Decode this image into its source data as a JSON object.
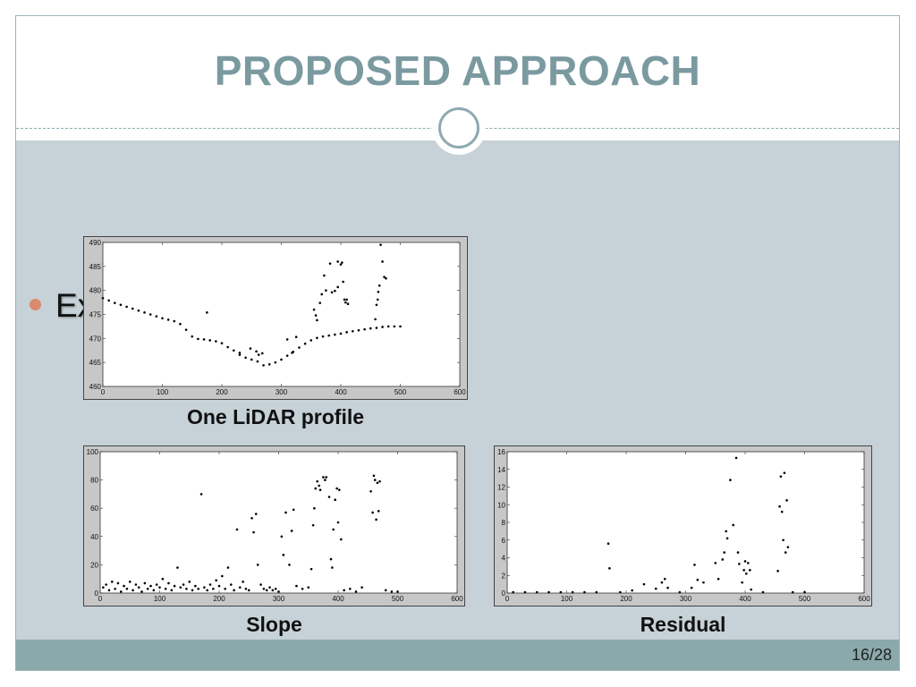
{
  "slide": {
    "title": "PROPOSED APPROACH",
    "bullet": "Example",
    "page_number": "16/28"
  },
  "colors": {
    "title": "#7a9aa0",
    "content_background": "#c6d1d8",
    "footer": "#8aa9aa",
    "bullet": "#d98a6c"
  },
  "chart_data": [
    {
      "type": "scatter",
      "caption": "One LiDAR profile",
      "xlim": [
        0,
        600
      ],
      "ylim": [
        460,
        490
      ],
      "xticks": [
        0,
        100,
        200,
        300,
        400,
        500,
        600
      ],
      "yticks": [
        460,
        465,
        470,
        475,
        480,
        485,
        490
      ],
      "series": [
        {
          "points": [
            [
              0,
              478.4
            ],
            [
              10,
              477.9
            ],
            [
              20,
              477.4
            ],
            [
              30,
              477.0
            ],
            [
              40,
              476.6
            ],
            [
              50,
              476.2
            ],
            [
              60,
              475.8
            ],
            [
              70,
              475.4
            ],
            [
              80,
              475.0
            ],
            [
              90,
              474.6
            ],
            [
              100,
              474.2
            ],
            [
              110,
              473.9
            ],
            [
              120,
              473.6
            ],
            [
              130,
              473.0
            ],
            [
              140,
              471.8
            ],
            [
              150,
              470.4
            ],
            [
              160,
              469.9
            ],
            [
              170,
              469.8
            ],
            [
              180,
              469.6
            ],
            [
              190,
              469.4
            ],
            [
              200,
              469.0
            ],
            [
              210,
              468.2
            ],
            [
              220,
              467.5
            ],
            [
              230,
              466.6
            ],
            [
              240,
              466.0
            ],
            [
              250,
              465.6
            ],
            [
              260,
              465.2
            ],
            [
              270,
              464.4
            ],
            [
              280,
              464.6
            ],
            [
              290,
              465.0
            ],
            [
              300,
              465.6
            ],
            [
              310,
              466.4
            ],
            [
              320,
              467.2
            ],
            [
              330,
              468.1
            ],
            [
              340,
              468.9
            ],
            [
              350,
              469.6
            ],
            [
              360,
              470.1
            ],
            [
              370,
              470.4
            ],
            [
              380,
              470.6
            ],
            [
              390,
              470.8
            ],
            [
              400,
              471.0
            ],
            [
              410,
              471.3
            ],
            [
              420,
              471.5
            ],
            [
              430,
              471.7
            ],
            [
              440,
              471.9
            ],
            [
              450,
              472.1
            ],
            [
              460,
              472.2
            ],
            [
              470,
              472.4
            ],
            [
              480,
              472.5
            ],
            [
              490,
              472.5
            ],
            [
              500,
              472.5
            ],
            [
              175,
              475.4
            ],
            [
              230,
              467.0
            ],
            [
              248,
              467.9
            ],
            [
              258,
              467.3
            ],
            [
              262,
              466.6
            ],
            [
              268,
              466.9
            ],
            [
              310,
              469.8
            ],
            [
              318,
              467.0
            ],
            [
              325,
              470.3
            ],
            [
              355,
              476.0
            ],
            [
              358,
              474.8
            ],
            [
              360,
              473.8
            ],
            [
              365,
              477.4
            ],
            [
              368,
              479.2
            ],
            [
              372,
              483.1
            ],
            [
              375,
              480.0
            ],
            [
              382,
              485.6
            ],
            [
              385,
              479.6
            ],
            [
              390,
              479.9
            ],
            [
              395,
              480.7
            ],
            [
              395,
              486.0
            ],
            [
              400,
              485.4
            ],
            [
              402,
              485.8
            ],
            [
              404,
              481.8
            ],
            [
              406,
              478.1
            ],
            [
              408,
              477.5
            ],
            [
              410,
              478.1
            ],
            [
              412,
              477.2
            ],
            [
              458,
              474.0
            ],
            [
              460,
              477.0
            ],
            [
              462,
              478.1
            ],
            [
              463,
              479.7
            ],
            [
              465,
              481.0
            ],
            [
              467,
              489.5
            ],
            [
              470,
              486.0
            ],
            [
              473,
              482.8
            ],
            [
              476,
              482.5
            ]
          ]
        }
      ]
    },
    {
      "type": "scatter",
      "caption": "Slope",
      "xlim": [
        0,
        600
      ],
      "ylim": [
        0,
        100
      ],
      "xticks": [
        0,
        100,
        200,
        300,
        400,
        500,
        600
      ],
      "yticks": [
        0,
        20,
        40,
        60,
        80,
        100
      ],
      "series": [
        {
          "points": [
            [
              5,
              4
            ],
            [
              10,
              6
            ],
            [
              15,
              2
            ],
            [
              20,
              8
            ],
            [
              25,
              3
            ],
            [
              30,
              7
            ],
            [
              35,
              1
            ],
            [
              40,
              5
            ],
            [
              45,
              3
            ],
            [
              50,
              8
            ],
            [
              55,
              2
            ],
            [
              60,
              6
            ],
            [
              65,
              4
            ],
            [
              70,
              1
            ],
            [
              75,
              7
            ],
            [
              80,
              3
            ],
            [
              85,
              5
            ],
            [
              90,
              2
            ],
            [
              95,
              6
            ],
            [
              100,
              4
            ],
            [
              105,
              10
            ],
            [
              110,
              3
            ],
            [
              115,
              7
            ],
            [
              120,
              2
            ],
            [
              125,
              5
            ],
            [
              130,
              18
            ],
            [
              135,
              4
            ],
            [
              140,
              6
            ],
            [
              145,
              3
            ],
            [
              150,
              8
            ],
            [
              155,
              2
            ],
            [
              160,
              5
            ],
            [
              165,
              3
            ],
            [
              170,
              70
            ],
            [
              175,
              4
            ],
            [
              180,
              2
            ],
            [
              185,
              6
            ],
            [
              190,
              3
            ],
            [
              195,
              9
            ],
            [
              200,
              5
            ],
            [
              205,
              12
            ],
            [
              210,
              3
            ],
            [
              215,
              18
            ],
            [
              220,
              6
            ],
            [
              225,
              2
            ],
            [
              230,
              45
            ],
            [
              235,
              4
            ],
            [
              240,
              8
            ],
            [
              245,
              3
            ],
            [
              250,
              2
            ],
            [
              255,
              53
            ],
            [
              258,
              43
            ],
            [
              262,
              56
            ],
            [
              265,
              20
            ],
            [
              270,
              6
            ],
            [
              275,
              3
            ],
            [
              280,
              2
            ],
            [
              285,
              4
            ],
            [
              290,
              2
            ],
            [
              295,
              3
            ],
            [
              300,
              1
            ],
            [
              305,
              40
            ],
            [
              308,
              27
            ],
            [
              312,
              57
            ],
            [
              318,
              20
            ],
            [
              322,
              44
            ],
            [
              325,
              59
            ],
            [
              330,
              5
            ],
            [
              340,
              3
            ],
            [
              350,
              4
            ],
            [
              355,
              17
            ],
            [
              358,
              48
            ],
            [
              360,
              60
            ],
            [
              362,
              74
            ],
            [
              365,
              79
            ],
            [
              368,
              76
            ],
            [
              370,
              73
            ],
            [
              375,
              82
            ],
            [
              378,
              80
            ],
            [
              380,
              82
            ],
            [
              385,
              68
            ],
            [
              388,
              24
            ],
            [
              390,
              18
            ],
            [
              392,
              45
            ],
            [
              395,
              66
            ],
            [
              398,
              74
            ],
            [
              400,
              50
            ],
            [
              402,
              73
            ],
            [
              405,
              38
            ],
            [
              410,
              2
            ],
            [
              420,
              3
            ],
            [
              430,
              1
            ],
            [
              440,
              4
            ],
            [
              455,
              72
            ],
            [
              458,
              57
            ],
            [
              460,
              83
            ],
            [
              462,
              80
            ],
            [
              464,
              52
            ],
            [
              466,
              78
            ],
            [
              468,
              58
            ],
            [
              470,
              79
            ],
            [
              480,
              2
            ],
            [
              490,
              1
            ],
            [
              500,
              1
            ]
          ]
        }
      ]
    },
    {
      "type": "scatter",
      "caption": "Residual",
      "xlim": [
        0,
        600
      ],
      "ylim": [
        0,
        16
      ],
      "xticks": [
        0,
        100,
        200,
        300,
        400,
        500,
        600
      ],
      "yticks": [
        0,
        2,
        4,
        6,
        8,
        10,
        12,
        14,
        16
      ],
      "series": [
        {
          "points": [
            [
              10,
              0.1
            ],
            [
              30,
              0.1
            ],
            [
              50,
              0.1
            ],
            [
              70,
              0.1
            ],
            [
              90,
              0.1
            ],
            [
              110,
              0.1
            ],
            [
              130,
              0.1
            ],
            [
              150,
              0.1
            ],
            [
              170,
              5.6
            ],
            [
              172,
              2.8
            ],
            [
              190,
              0.1
            ],
            [
              210,
              0.3
            ],
            [
              230,
              1.0
            ],
            [
              250,
              0.5
            ],
            [
              260,
              1.2
            ],
            [
              265,
              1.6
            ],
            [
              270,
              0.6
            ],
            [
              290,
              0.1
            ],
            [
              310,
              0.6
            ],
            [
              315,
              3.2
            ],
            [
              320,
              1.5
            ],
            [
              330,
              1.2
            ],
            [
              350,
              3.4
            ],
            [
              355,
              1.6
            ],
            [
              362,
              3.8
            ],
            [
              365,
              4.6
            ],
            [
              368,
              7.0
            ],
            [
              370,
              6.2
            ],
            [
              375,
              12.8
            ],
            [
              380,
              7.7
            ],
            [
              385,
              15.3
            ],
            [
              388,
              4.6
            ],
            [
              390,
              3.3
            ],
            [
              395,
              1.2
            ],
            [
              398,
              2.6
            ],
            [
              400,
              3.6
            ],
            [
              402,
              2.2
            ],
            [
              405,
              3.4
            ],
            [
              408,
              2.6
            ],
            [
              410,
              0.4
            ],
            [
              430,
              0.1
            ],
            [
              455,
              2.5
            ],
            [
              458,
              9.8
            ],
            [
              460,
              13.2
            ],
            [
              462,
              9.2
            ],
            [
              464,
              6.0
            ],
            [
              466,
              13.6
            ],
            [
              468,
              4.6
            ],
            [
              470,
              10.5
            ],
            [
              472,
              5.2
            ],
            [
              480,
              0.1
            ],
            [
              500,
              0.1
            ]
          ]
        }
      ]
    }
  ]
}
